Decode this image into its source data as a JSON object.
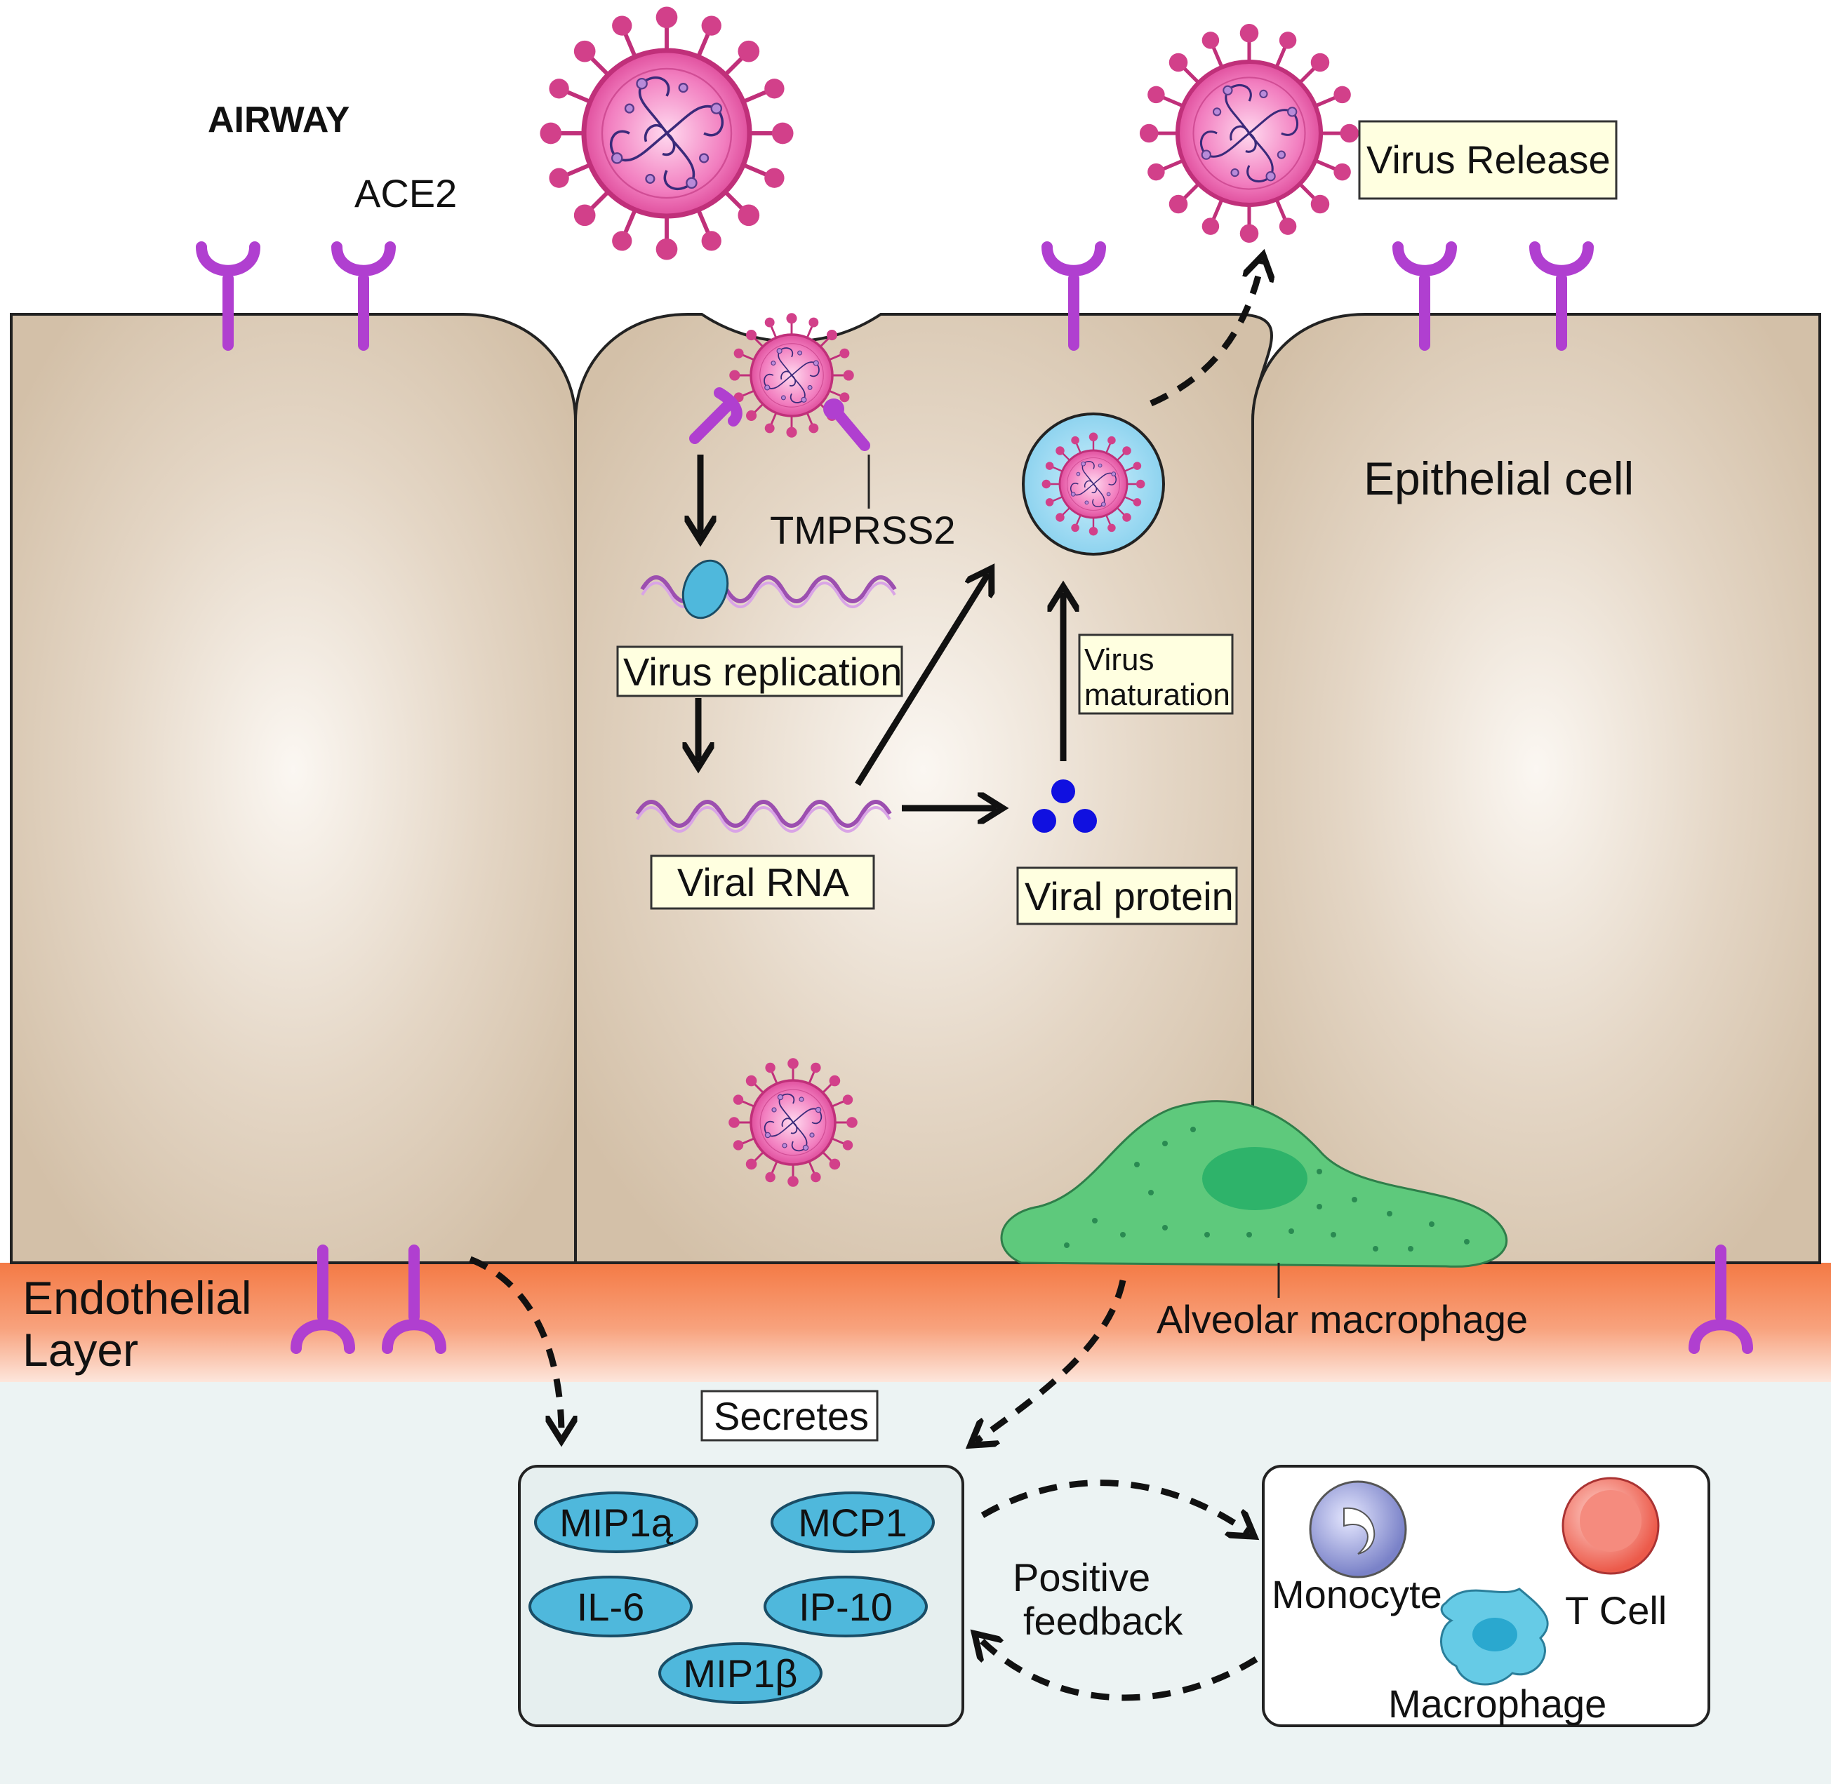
{
  "labels": {
    "airway": "AIRWAY",
    "ace2": "ACE2",
    "tmprss2": "TMPRSS2",
    "virus_release": "Virus Release",
    "epithelial_cell": "Epithelial cell",
    "virus_replication": "Virus replication",
    "viral_rna": "Viral RNA",
    "viral_protein": "Viral protein",
    "virus_maturation_1": "Virus",
    "virus_maturation_2": "maturation",
    "endothelial_1": "Endothelial",
    "endothelial_2": "Layer",
    "alveolar_macrophage": "Alveolar macrophage",
    "secretes": "Secretes",
    "positive_1": "Positive",
    "positive_2": "feedback",
    "monocyte": "Monocyte",
    "t_cell": "T Cell",
    "macrophage": "Macrophage"
  },
  "cytokines": [
    "MIP1ą",
    "MCP1",
    "IL-6",
    "IP-10",
    "MIP1β"
  ],
  "colors": {
    "cell_fill": "#d8c6b0",
    "cell_center": "#fbf7f2",
    "receptor": "#b03fd0",
    "virus_body": "#f070b8",
    "virus_spike": "#c0307a",
    "cytokine": "#4fb8dc",
    "endothelial": "#f48a5a",
    "lumen": "#ecf3f3",
    "macrophage_green": "#5ec97c",
    "viral_protein_dot": "#1010e0",
    "label_box": "#ffffe0"
  }
}
